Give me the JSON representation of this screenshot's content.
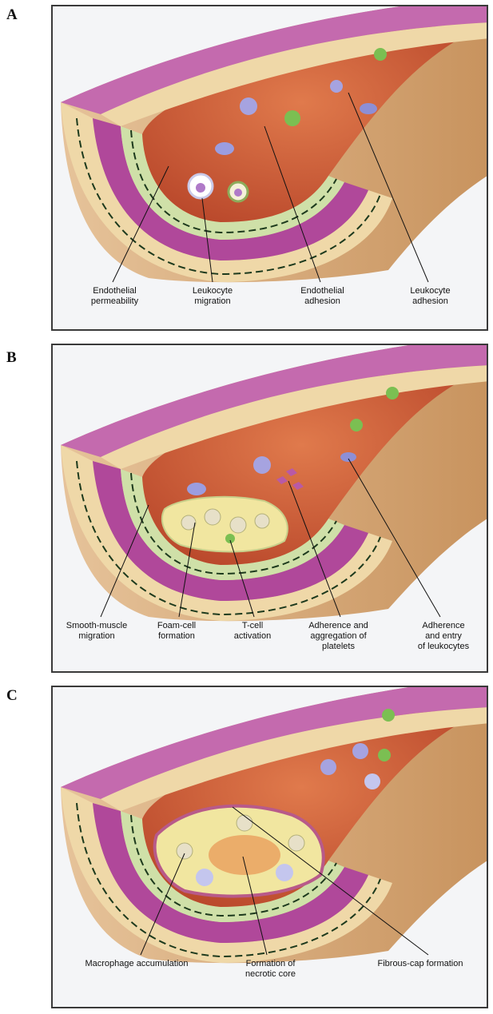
{
  "panels": [
    {
      "letter": "A",
      "labels": {
        "l1": "Endothelial\npermeability",
        "l2": "Leukocyte\nmigration",
        "l3": "Endothelial\nadhesion",
        "l4": "Leukocyte\nadhesion"
      }
    },
    {
      "letter": "B",
      "labels": {
        "l1": "Smooth-muscle\nmigration",
        "l2": "Foam-cell\nformation",
        "l3": "T-cell\nactivation",
        "l4": "Adherence and\naggregation of\nplatelets",
        "l5": "Adherence\nand entry\nof leukocytes"
      }
    },
    {
      "letter": "C",
      "labels": {
        "l1": "Macrophage accumulation",
        "l2": "Formation of\nnecrotic core",
        "l3": "Fibrous-cap formation"
      }
    }
  ],
  "colors": {
    "lumen": "#c9552e",
    "lumen_light": "#e0764a",
    "media": "#b0489a",
    "media_light": "#d47cc0",
    "adventitia": "#efd8a8",
    "intima": "#cfe0a8",
    "outer": "#e9c9a0",
    "plaque": "#f1e6a0",
    "leukocyte": "#8d8fd6",
    "platelet": "#7bbf52"
  }
}
